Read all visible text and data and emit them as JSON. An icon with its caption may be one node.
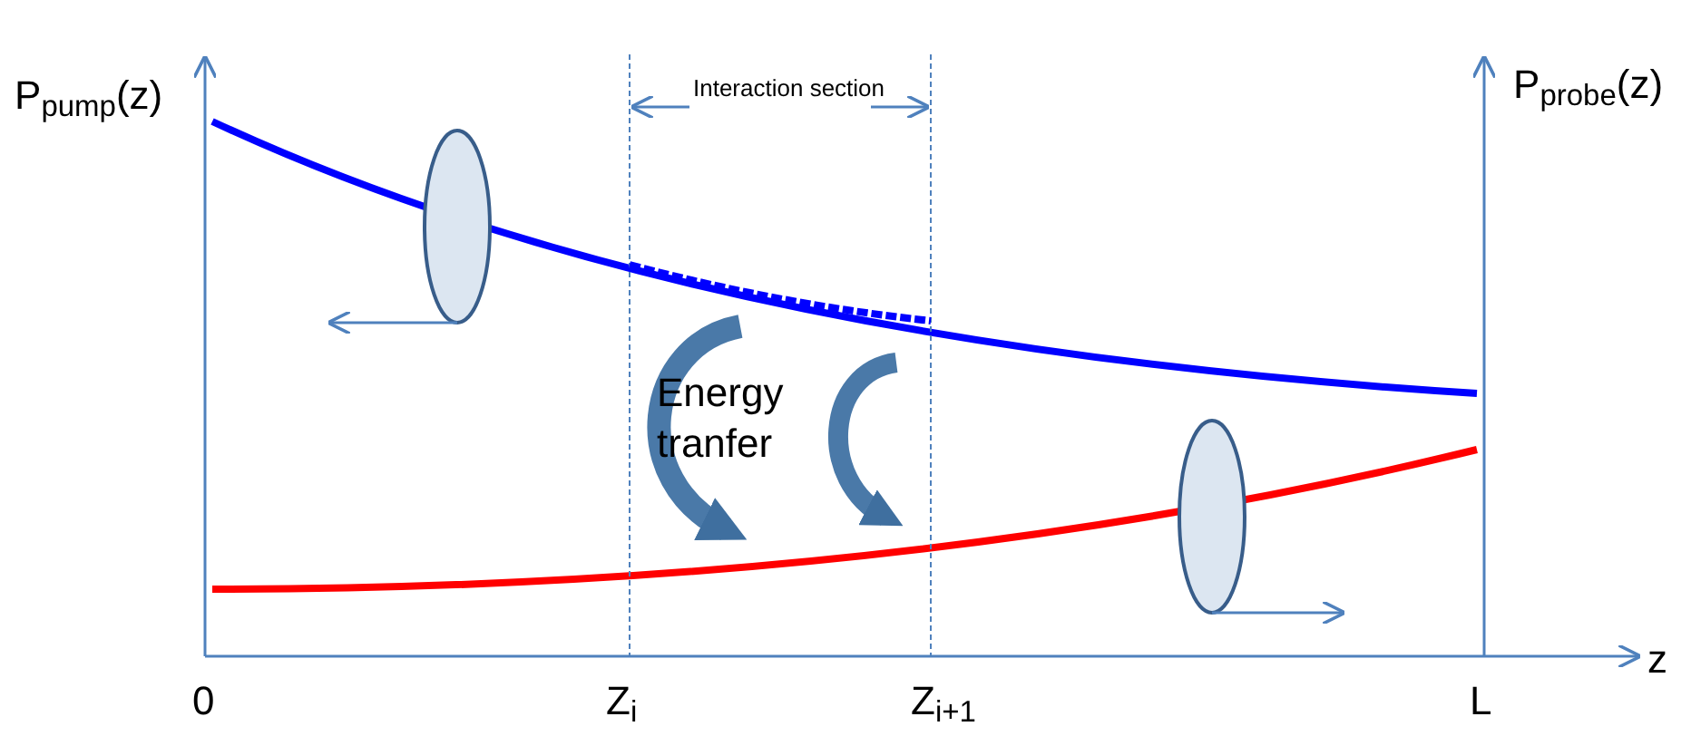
{
  "diagram": {
    "labels": [
      "P$_{pump}$(z)",
      "Interaction section",
      "P$_{probe}$(z)",
      "Energy tranfer",
      "z",
      "0",
      "Z$_{i}$",
      "Z$_{i+1}$",
      "L"
    ]
  }
}
